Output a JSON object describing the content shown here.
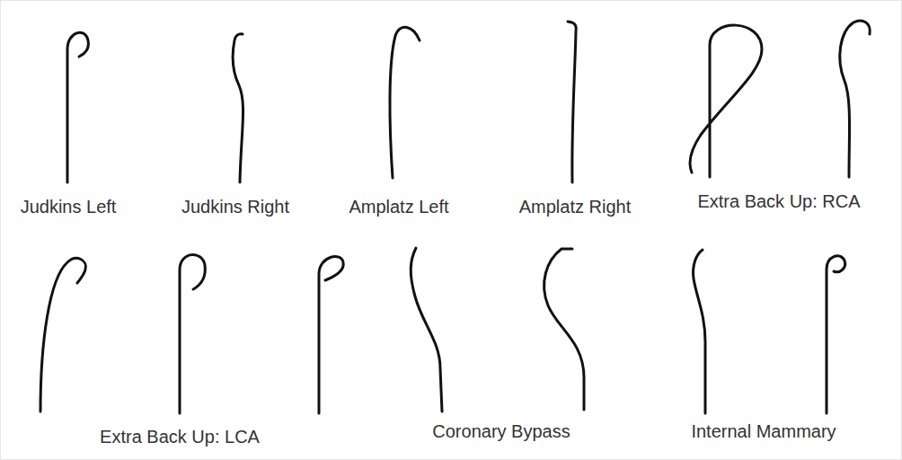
{
  "diagram": {
    "labels": [
      "Judkins Left",
      "Judkins Right",
      "Amplatz Left",
      "Amplatz Right",
      "Extra Back Up: RCA",
      "Extra Back Up: LCA",
      "Coronary Bypass",
      "Internal Mammary"
    ]
  }
}
